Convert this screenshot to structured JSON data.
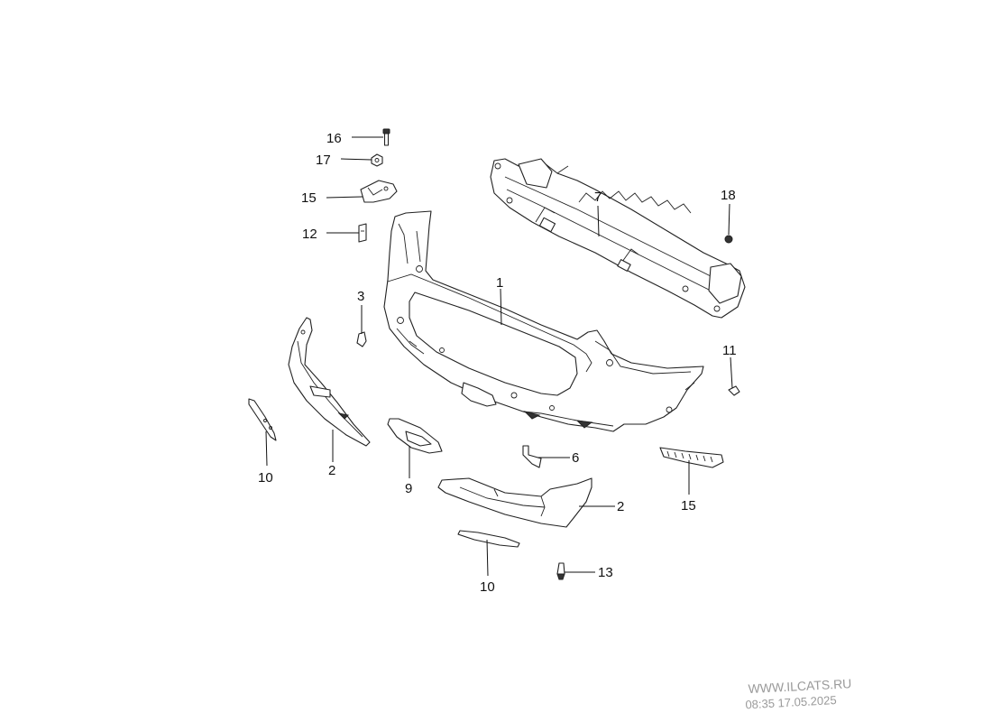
{
  "callouts": {
    "c16": "16",
    "c17": "17",
    "c15_top": "15",
    "c12": "12",
    "c7": "7",
    "c18": "18",
    "c1": "1",
    "c3": "3",
    "c11": "11",
    "c10_left": "10",
    "c2_left": "2",
    "c9": "9",
    "c6": "6",
    "c15_right": "15",
    "c2_right": "2",
    "c10_bottom": "10",
    "c13": "13"
  },
  "watermark": {
    "site": "WWW.ILCATS.RU",
    "timestamp": "08:35 17.05.2025"
  }
}
